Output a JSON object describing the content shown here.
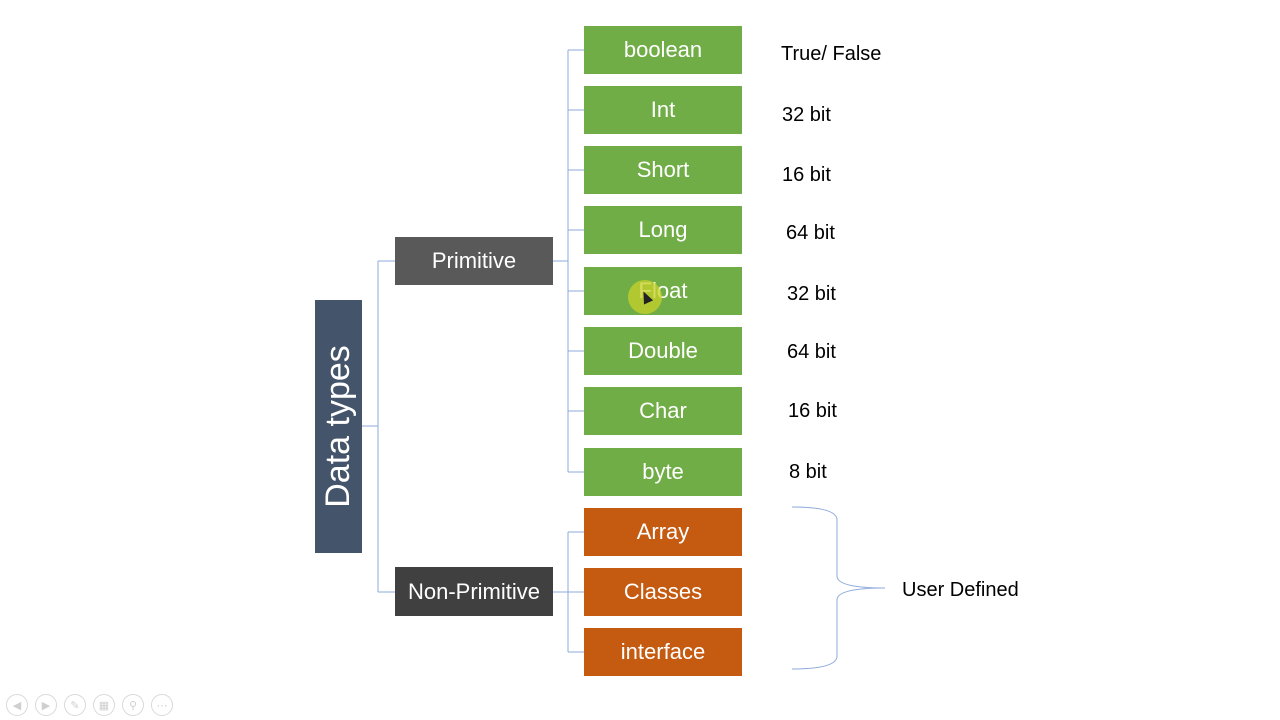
{
  "root": {
    "label": "Data types"
  },
  "branches": {
    "primitive": {
      "label": "Primitive"
    },
    "non_primitive": {
      "label": "Non-Primitive"
    }
  },
  "primitive_types": [
    {
      "label": "boolean",
      "note": "True/ False"
    },
    {
      "label": "Int",
      "note": "32 bit"
    },
    {
      "label": "Short",
      "note": "16 bit"
    },
    {
      "label": "Long",
      "note": "64 bit"
    },
    {
      "label": "Float",
      "note": "32 bit"
    },
    {
      "label": "Double",
      "note": "64 bit"
    },
    {
      "label": "Char",
      "note": "16 bit"
    },
    {
      "label": "byte",
      "note": "8 bit"
    }
  ],
  "non_primitive_types": [
    {
      "label": "Array"
    },
    {
      "label": "Classes"
    },
    {
      "label": "interface"
    }
  ],
  "non_primitive_note": "User Defined",
  "colors": {
    "root": "#44546a",
    "primitive": "#595959",
    "non_primitive": "#404040",
    "primitive_leaf": "#70ad47",
    "non_primitive_leaf": "#c55a11",
    "connector": "#8faadc"
  },
  "toolbar": {
    "icons": [
      "previous-icon",
      "next-icon",
      "pen-icon",
      "slides-icon",
      "zoom-icon",
      "more-icon"
    ]
  }
}
